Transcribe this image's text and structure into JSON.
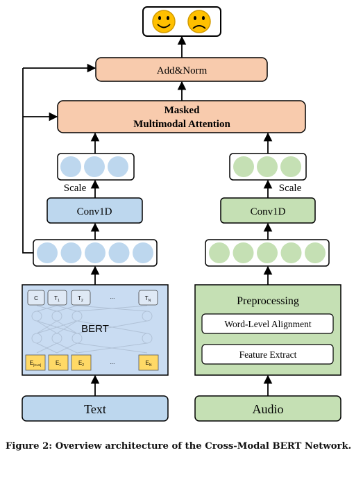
{
  "output": {
    "emojis": [
      "happy-face",
      "sad-face"
    ]
  },
  "add_norm": {
    "label": "Add&Norm"
  },
  "attention": {
    "line1": "Masked",
    "line2": "Multimodal Attention"
  },
  "text_branch": {
    "scale_label": "Scale",
    "conv_label": "Conv1D",
    "bert": {
      "label": "BERT",
      "top_tokens": [
        "C",
        "T₁",
        "T₂",
        "...",
        "T_N"
      ],
      "bottom_tokens": [
        "E[CLS]",
        "E₁",
        "E₂",
        "...",
        "E_N"
      ]
    },
    "input_label": "Text",
    "features_count": 5,
    "scaled_count": 3
  },
  "audio_branch": {
    "scale_label": "Scale",
    "conv_label": "Conv1D",
    "preprocessing": {
      "title": "Preprocessing",
      "step1": "Word-Level Alignment",
      "step2": "Feature Extract"
    },
    "input_label": "Audio",
    "features_count": 5,
    "scaled_count": 3
  },
  "caption": "Figure 2: Overview architecture of the Cross-Modal BERT Network.",
  "colors": {
    "orange": "#f8cbad",
    "blue": "#bdd7ee",
    "green": "#c5e0b4",
    "circle_blue": "#bdd7ee",
    "circle_green": "#c5e0b4",
    "token_yellow": "#ffd966",
    "face_yellow": "#ffc000",
    "bert_bg": "#c9dcf2"
  }
}
